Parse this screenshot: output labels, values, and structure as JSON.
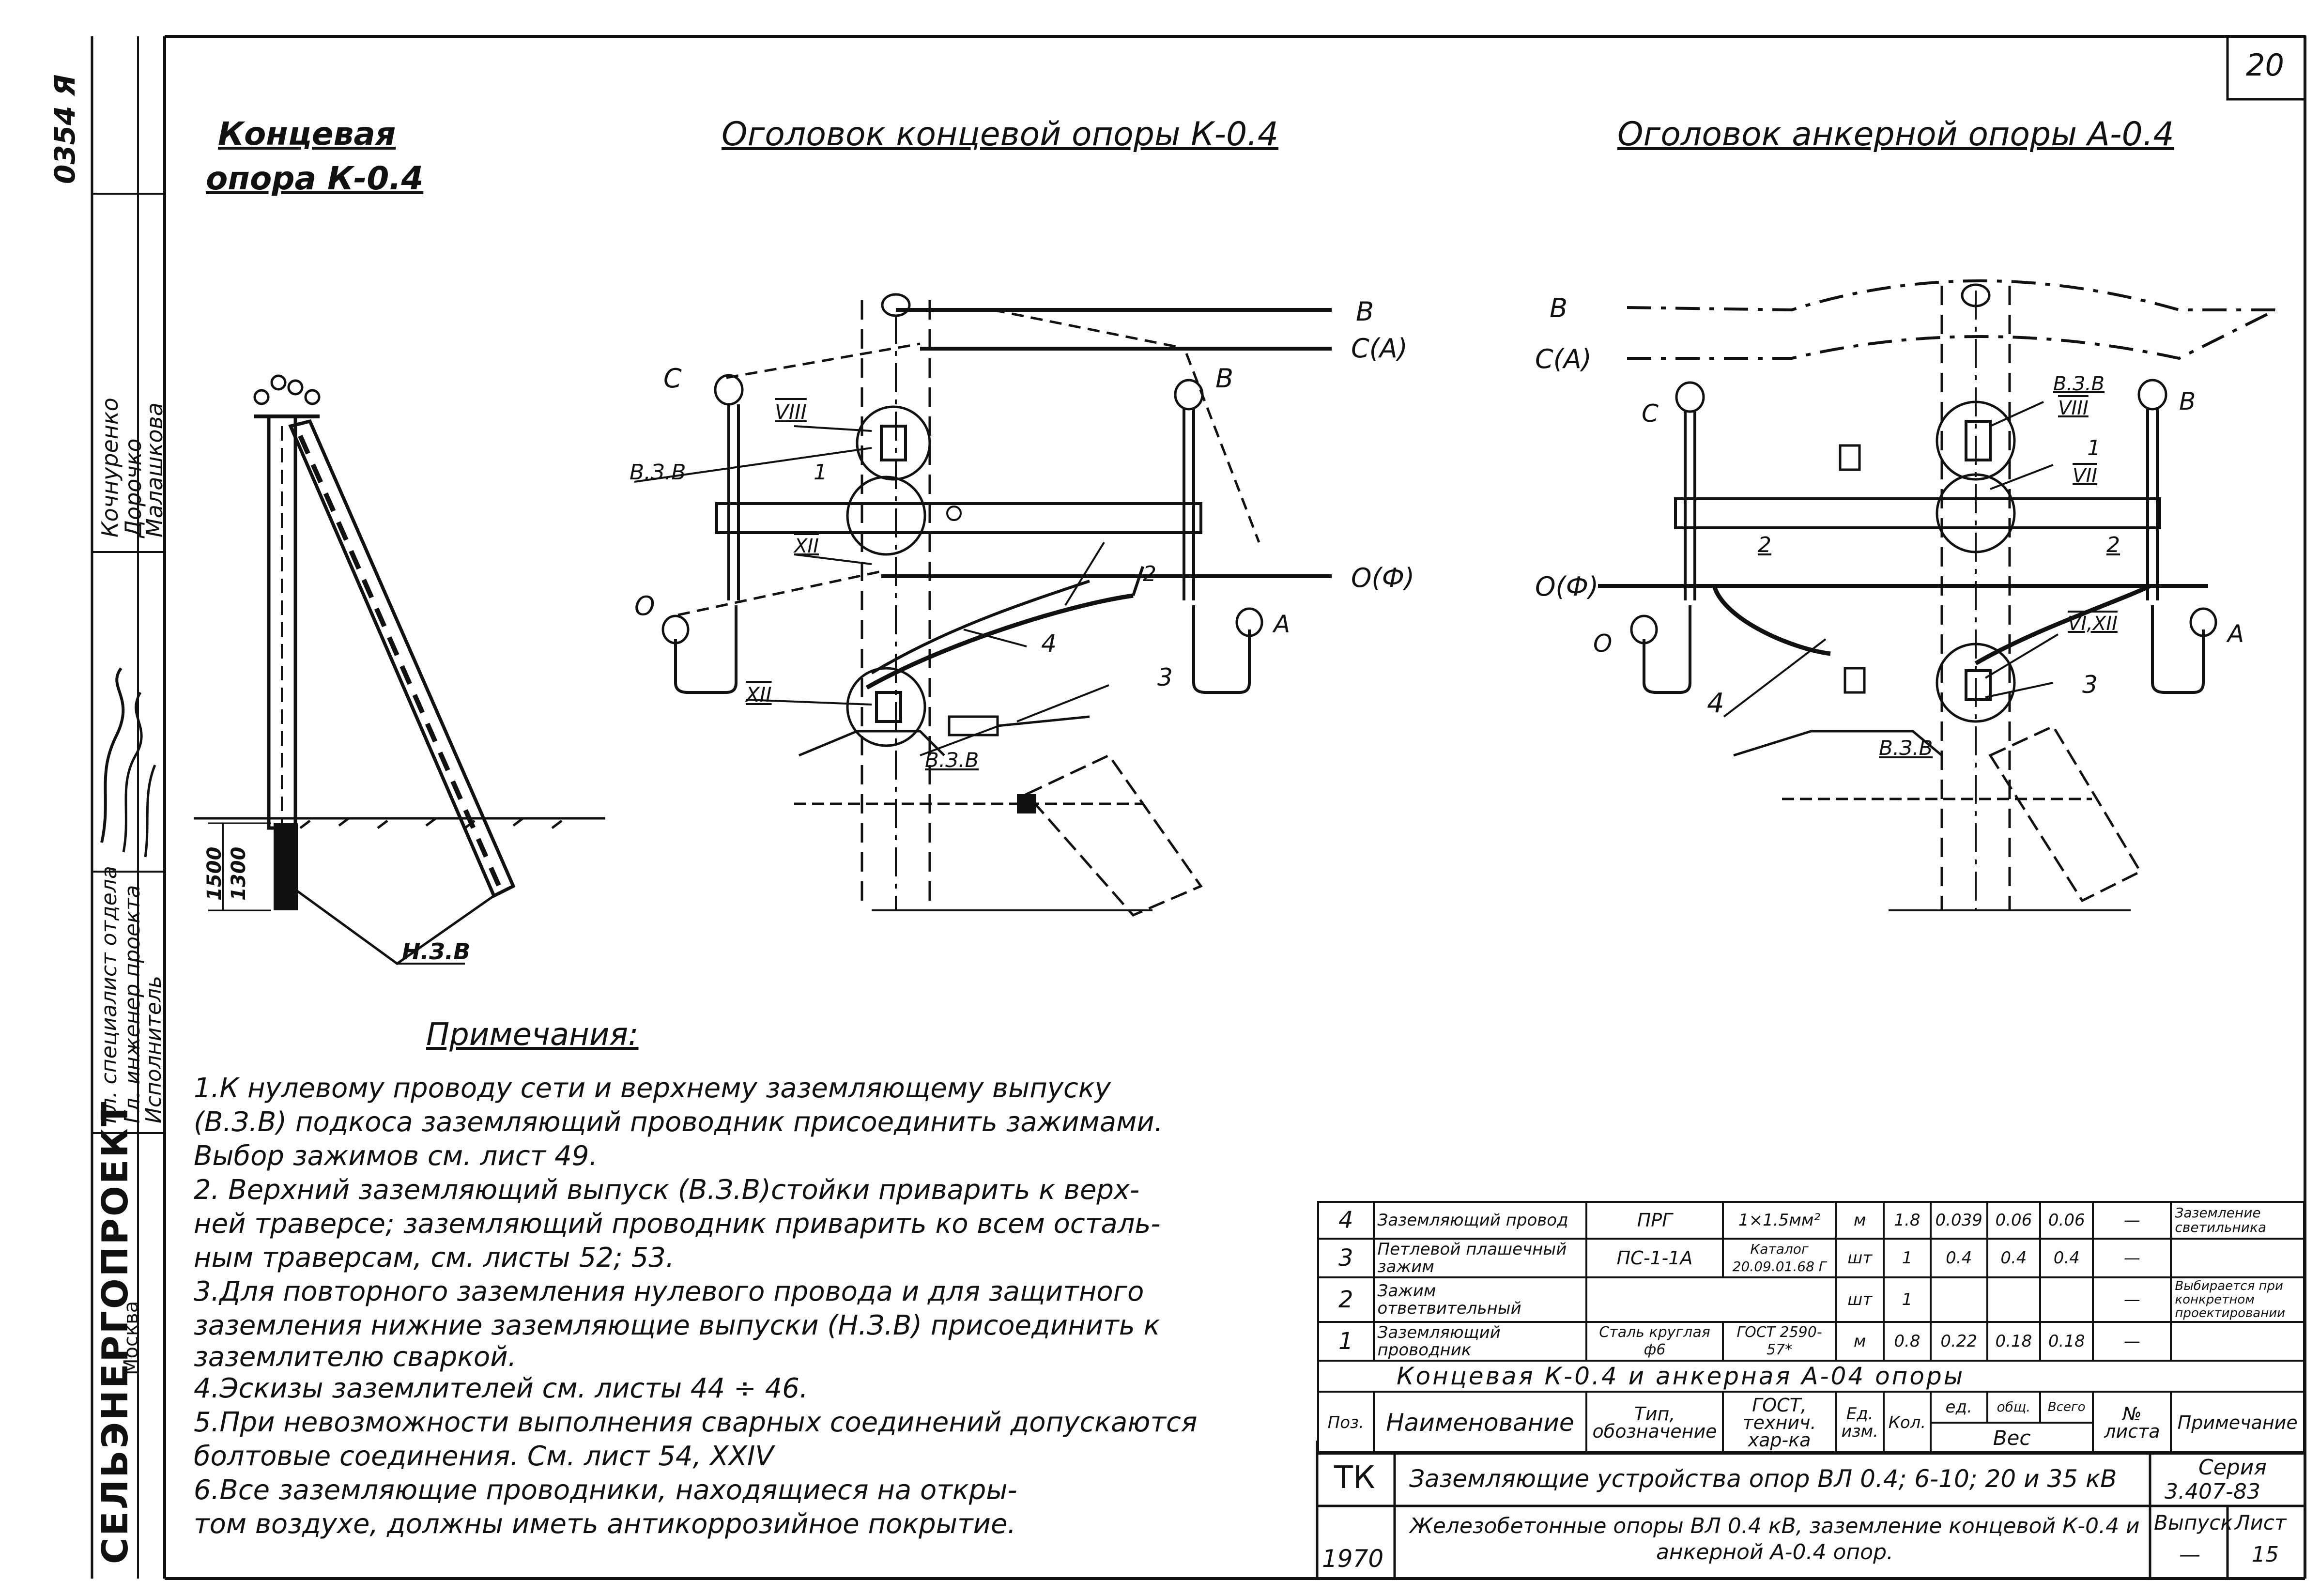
{
  "sheet_number": "20",
  "side_stamp": {
    "code": "0354 Я",
    "names": [
      "Кочнуренко",
      "Дорочко",
      "Малашкова"
    ],
    "roles": [
      "Гл. специалист отдела",
      "Гл. инженер проекта",
      "Исполнитель"
    ],
    "org": "СЕЛЬЭНЕРГОПРОЕКТ",
    "city": "Москва"
  },
  "titles": {
    "left_line1": "Концевая",
    "left_line2": "опора К-0.4",
    "middle": "Оголовок концевой опоры К-0.4",
    "right": "Оголовок анкерной опоры А-0.4"
  },
  "left_labels": {
    "h1": "1500",
    "h2": "1300",
    "nzv": "Н.З.В"
  },
  "mid_labels": {
    "B": "В",
    "C_A": "С(А)",
    "C": "С",
    "B2": "В",
    "O": "О",
    "O_F": "О(Ф)",
    "A": "А",
    "VIII": "VIII",
    "VZV": "В.З.В",
    "one": "1",
    "XII": "XII",
    "XII2": "XII",
    "two": "2",
    "four": "4",
    "three": "3",
    "VZV2": "В.З.В"
  },
  "right_labels": {
    "B": "В",
    "C_A": "С(А)",
    "C": "С",
    "B2": "В",
    "O_F": "О(Ф)",
    "O": "О",
    "A": "А",
    "VZV": "В.З.В",
    "VIII": "VIII",
    "one": "1",
    "VII": "VII",
    "two": "2",
    "two2": "2",
    "VI_XII": "VI,XII",
    "three": "3",
    "four": "4",
    "VZV2": "В.З.В"
  },
  "notes": {
    "heading": "Примечания:",
    "lines": [
      "1.К нулевому проводу сети и верхнему заземляющему выпуску",
      "(В.З.В) подкоса заземляющий проводник присоединить зажимами.",
      "Выбор зажимов см. лист 49.",
      "2. Верхний заземляющий выпуск (В.З.В)стойки приварить к верх-",
      "ней траверсе; заземляющий проводник приварить ко всем осталь-",
      "ным траверсам, см. листы 52; 53.",
      "3.Для повторного заземления нулевого провода и для защитного",
      "заземления нижние заземляющие выпуски (Н.З.В) присоединить к",
      "заземлителю сваркой.",
      "4.Эскизы заземлителей см. листы 44 ÷ 46.",
      "5.При невозможности выполнения сварных соединений допускаются",
      "болтовые соединения. См. лист 54, XXIV",
      "6.Все заземляющие проводники, находящиеся на откры-",
      "том воздухе, должны иметь антикоррозийное покрытие."
    ]
  },
  "spec_table": {
    "rows": [
      {
        "pos": "4",
        "name": "Заземляющий провод",
        "type": "ПРГ",
        "gost": "1×1.5мм²",
        "unit": "м",
        "qty": "1.8",
        "w1": "0.039",
        "w2": "0.06",
        "w3": "0.06",
        "sheet": "—",
        "note": "Заземление светильника"
      },
      {
        "pos": "3",
        "name": "Петлевой плашечный зажим",
        "type": "ПС-1-1А",
        "gost": "Каталог 20.09.01.68 Г",
        "unit": "шт",
        "qty": "1",
        "w1": "0.4",
        "w2": "0.4",
        "w3": "0.4",
        "sheet": "—",
        "note": ""
      },
      {
        "pos": "2",
        "name": "Зажим ответвительный",
        "type": "",
        "gost": "",
        "unit": "шт",
        "qty": "1",
        "w1": "",
        "w2": "",
        "w3": "",
        "sheet": "—",
        "note": "Выбирается при конкретном проектировании"
      },
      {
        "pos": "1",
        "name": "Заземляющий проводник",
        "type": "Сталь круглая ф6",
        "gost": "ГОСТ 2590-57*",
        "unit": "м",
        "qty": "0.8",
        "w1": "0.22",
        "w2": "0.18",
        "w3": "0.18",
        "sheet": "—",
        "note": ""
      }
    ],
    "caption": "Концевая К-0.4 и анкерная А-04 опоры",
    "headers": {
      "pos": "Поз.",
      "name": "Наименование",
      "type": "Тип, обозначение",
      "gost": "ГОСТ, технич. хар-ка",
      "unit": "Ед. изм.",
      "qty": "Кол.",
      "w_unit": "ед.",
      "w_total": "общ.",
      "w_all": "Всего",
      "weight": "Вес",
      "sheet": "№ листа",
      "note": "Примечание"
    }
  },
  "title_block": {
    "tk": "ТК",
    "project": "Заземляющие устройства опор ВЛ 0.4; 6-10; 20 и 35 кВ",
    "series_label": "Серия",
    "series": "3.407-83",
    "year": "1970",
    "sheet_title": "Железобетонные опоры ВЛ 0.4 кВ, заземление концевой К-0.4 и анкерной А-0.4 опор.",
    "issue_label": "Выпуск",
    "issue": "—",
    "list_label": "Лист",
    "list": "15"
  }
}
